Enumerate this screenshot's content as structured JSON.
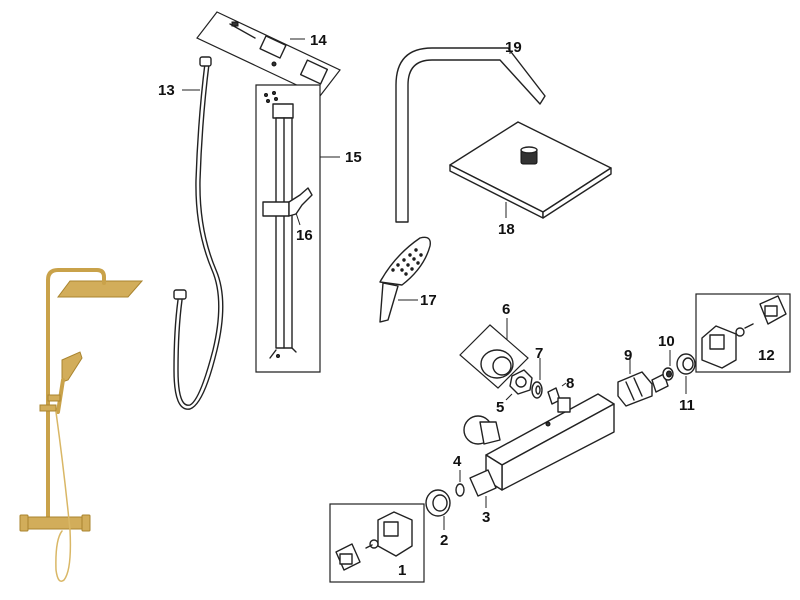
{
  "labels": {
    "p1": "1",
    "p2": "2",
    "p3": "3",
    "p4": "4",
    "p5": "5",
    "p6": "6",
    "p7": "7",
    "p8": "8",
    "p9": "9",
    "p10": "10",
    "p11": "11",
    "p12": "12",
    "p13": "13",
    "p14": "14",
    "p15": "15",
    "p16": "16",
    "p17": "17",
    "p18": "18",
    "p19": "19"
  },
  "colors": {
    "finish": "#c9a24a",
    "line": "#222222"
  }
}
